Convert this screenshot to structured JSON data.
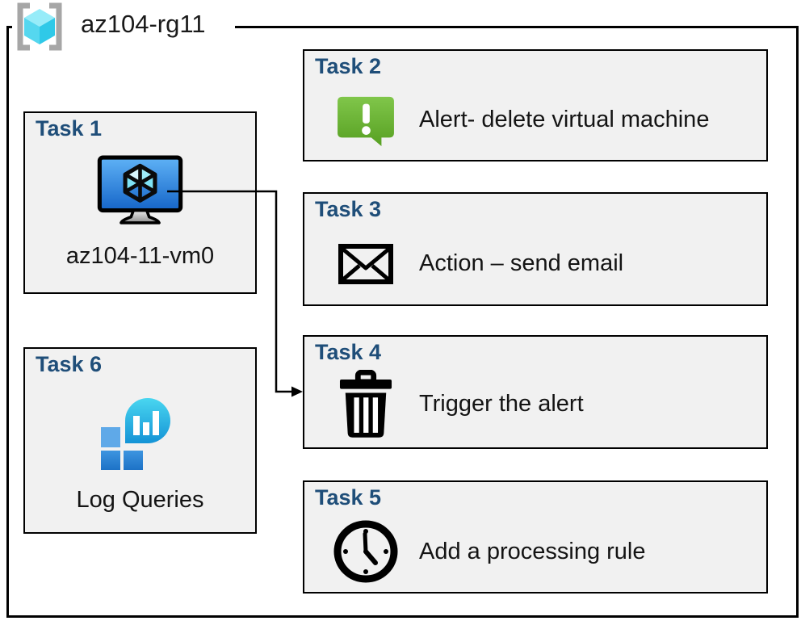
{
  "header": {
    "title": "az104-rg11",
    "icon": "resource-group-icon"
  },
  "tasks": [
    {
      "label": "Task 1",
      "text": "az104-11-vm0",
      "icon": "virtual-machine-icon"
    },
    {
      "label": "Task 2",
      "text": "Alert- delete virtual machine",
      "icon": "alert-message-icon"
    },
    {
      "label": "Task 3",
      "text": "Action – send email",
      "icon": "email-envelope-icon"
    },
    {
      "label": "Task 4",
      "text": "Trigger the alert",
      "icon": "trash-icon"
    },
    {
      "label": "Task 5",
      "text": "Add a processing rule",
      "icon": "clock-icon"
    },
    {
      "label": "Task 6",
      "text": "Log Queries",
      "icon": "log-queries-icon"
    }
  ],
  "connector": {
    "from": "Task 1",
    "to": "Task 4"
  },
  "colors": {
    "task_label_blue": "#1F4E79",
    "box_fill": "#F1F1F1",
    "border_black": "#000000",
    "alert_green": "#6CB33F",
    "vm_screen_blue": "#2B7CD3",
    "cube_cyan": "#53D9F0",
    "log_square_blue": "#2E86D3",
    "log_drop_teal": "#29C3E8",
    "bracket_gray": "#A6A6A6"
  }
}
